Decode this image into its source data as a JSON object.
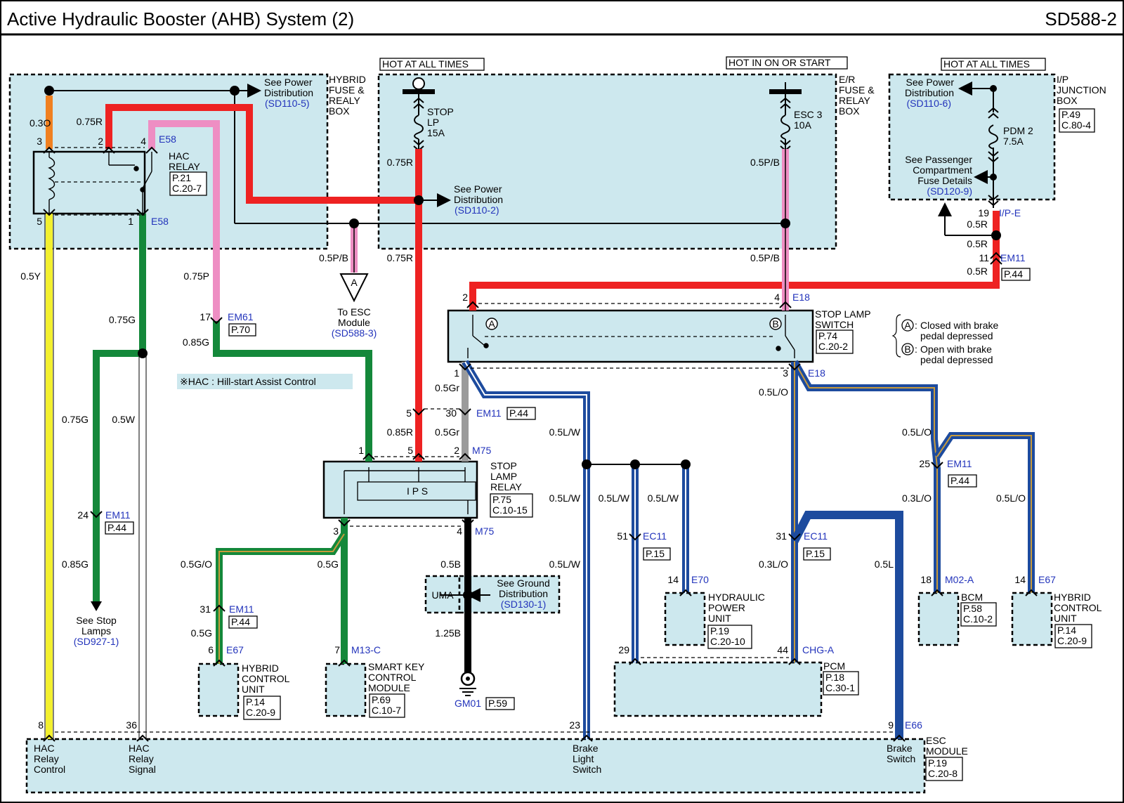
{
  "header": {
    "title": "Active Hydraulic Booster (AHB) System (2)",
    "code": "SD588-2"
  },
  "hot_labels": {
    "hot1": "HOT AT ALL TIMES",
    "hot2": "HOT IN ON OR START",
    "hot3": "HOT AT ALL TIMES"
  },
  "boxes": {
    "hybrid_fuse": [
      "HYBRID",
      "FUSE &",
      "REALY",
      "BOX"
    ],
    "er_fuse": [
      "E/R",
      "FUSE &",
      "RELAY",
      "BOX"
    ],
    "ip_junction": [
      "I/P",
      "JUNCTION",
      "BOX"
    ],
    "ip_junction_ref": [
      "P.49",
      "C.80-4"
    ],
    "hac_relay": [
      "HAC",
      "RELAY"
    ],
    "hac_relay_ref": [
      "P.21",
      "C.20-7"
    ],
    "stop_lamp_switch": [
      "STOP LAMP",
      "SWITCH"
    ],
    "stop_lamp_switch_ref": [
      "P.74",
      "C.20-2"
    ],
    "stop_lamp_relay": [
      "STOP",
      "LAMP",
      "RELAY"
    ],
    "stop_lamp_relay_ref": [
      "P.75",
      "C.10-15"
    ],
    "ips": "I P S",
    "hcu_left": [
      "HYBRID",
      "CONTROL",
      "UNIT"
    ],
    "hcu_left_ref": [
      "P.14",
      "C.20-9"
    ],
    "smart_key": [
      "SMART KEY",
      "CONTROL",
      "MODULE"
    ],
    "smart_key_ref": [
      "P.69",
      "C.10-7"
    ],
    "hpu": [
      "HYDRAULIC",
      "POWER",
      "UNIT"
    ],
    "hpu_ref": [
      "P.19",
      "C.20-10"
    ],
    "pcm": "PCM",
    "pcm_ref": [
      "P.18",
      "C.30-1"
    ],
    "bcm": "BCM",
    "bcm_ref": [
      "P.58",
      "C.10-2"
    ],
    "hcu_right": [
      "HYBRID",
      "CONTROL",
      "UNIT"
    ],
    "hcu_right_ref": [
      "P.14",
      "C.20-9"
    ],
    "esc_module": [
      "ESC",
      "MODULE"
    ],
    "esc_module_ref": [
      "P.19",
      "C.20-8"
    ],
    "uma": "UMA"
  },
  "fuses": {
    "stop_lp": [
      "STOP",
      "LP",
      "15A"
    ],
    "esc3": [
      "ESC 3",
      "10A"
    ],
    "pdm2": [
      "PDM 2",
      "7.5A"
    ]
  },
  "references": {
    "see_power_1": [
      "See Power",
      "Distribution"
    ],
    "see_power_1_ref": "(SD110-5)",
    "see_power_2": [
      "See Power",
      "Distribution"
    ],
    "see_power_2_ref": "(SD110-2)",
    "see_power_3": [
      "See Power",
      "Distribution"
    ],
    "see_power_3_ref": "(SD110-6)",
    "see_passenger": [
      "See Passenger",
      "Compartment",
      "Fuse Details"
    ],
    "see_passenger_ref": "(SD120-9)",
    "to_esc": [
      "To ESC",
      "Module"
    ],
    "to_esc_ref": "(SD588-3)",
    "see_ground": [
      "See Ground",
      "Distribution"
    ],
    "see_ground_ref": "(SD130-1)",
    "see_stop": [
      "See Stop",
      "Lamps"
    ],
    "see_stop_ref": "(SD927-1)",
    "connector_a": "A"
  },
  "notes": {
    "hac": "※HAC : Hill-start Assist Control",
    "a_closed": [
      "Closed with brake",
      "pedal depressed"
    ],
    "b_open": [
      "Open with brake",
      "pedal depressed"
    ],
    "a_symbol": "A",
    "b_symbol": "B",
    "colon_a": ":",
    "colon_b": ":"
  },
  "esc_pins": {
    "p8": [
      "HAC",
      "Relay",
      "Control"
    ],
    "p36": [
      "HAC",
      "Relay",
      "Signal"
    ],
    "p23": [
      "Brake",
      "Light",
      "Switch"
    ],
    "p9": [
      "Brake",
      "Switch"
    ]
  },
  "wire_labels": {
    "w030": "0.3O",
    "w075r_a": "0.75R",
    "w075r_b": "0.75R",
    "w075r_c": "0.75R",
    "w05pb_a": "0.5P/B",
    "w05pb_b": "0.5P/B",
    "w05pb_c": "0.5P/B",
    "w05r_a": "0.5R",
    "w05r_b": "0.5R",
    "w05r_c": "0.5R",
    "w05y": "0.5Y",
    "w075g_a": "0.75G",
    "w075g_b": "0.75G",
    "w05w": "0.5W",
    "w085g_a": "0.85G",
    "w085g_b": "0.85G",
    "w075p": "0.75P",
    "w05gr_a": "0.5Gr",
    "w05gr_b": "0.5Gr",
    "w085r": "0.85R",
    "w05lw_a": "0.5L/W",
    "w05lw_b": "0.5L/W",
    "w05lw_c": "0.5L/W",
    "w05lw_d": "0.5L/W",
    "w05lw_e": "0.5L/W",
    "w05lo_a": "0.5L/O",
    "w05lo_b": "0.5L/O",
    "w05lo_c": "0.5L/O",
    "w03lo_a": "0.3L/O",
    "w03lo_b": "0.3L/O",
    "w05l": "0.5L",
    "w05go": "0.5G/O",
    "w05g_a": "0.5G",
    "w05g_b": "0.5G",
    "w05b": "0.5B",
    "w125b": "1.25B"
  },
  "pins": {
    "hac3": "3",
    "hac2": "2",
    "hac4": "4",
    "hac5": "5",
    "hac1": "1",
    "sls2": "2",
    "sls4": "4",
    "sls1": "1",
    "sls3": "3",
    "slr1": "1",
    "slr5": "5",
    "slr2": "2",
    "slr3": "3",
    "slr4": "4",
    "em11_5": "5",
    "em11_30": "30",
    "em61": "17",
    "em11_24": "24",
    "em11_31": "31",
    "e67l": "6",
    "m13c": "7",
    "ec11_51": "51",
    "ec11_31": "31",
    "e70": "14",
    "pcm29": "29",
    "pcm44": "44",
    "m02a": "18",
    "e67r": "14",
    "em11_25": "25",
    "ip19": "19",
    "em11_11": "11",
    "esc8": "8",
    "esc36": "36",
    "esc23": "23",
    "esc9": "9"
  },
  "connectors": {
    "e58a": "E58",
    "e58b": "E58",
    "em61": "EM61",
    "em11a": "EM11",
    "em11b": "EM11",
    "m75a": "M75",
    "m75b": "M75",
    "em11c": "EM11",
    "e67a": "E67",
    "m13c": "M13-C",
    "gm01": "GM01",
    "ec11a": "EC11",
    "e70": "E70",
    "e18a": "E18",
    "e18b": "E18",
    "ec11b": "EC11",
    "chga": "CHG-A",
    "m02a": "M02-A",
    "e67b": "E67",
    "em11d": "EM11",
    "em11e": "EM11",
    "ipe": "I/P-E",
    "e66": "E66"
  },
  "page_refs": {
    "p70": "P.70",
    "p44a": "P.44",
    "p44b": "P.44",
    "p44c": "P.44",
    "p44d": "P.44",
    "p44e": "P.44",
    "p15a": "P.15",
    "p15b": "P.15",
    "p59": "P.59"
  },
  "colors": {
    "red": "#ee2222",
    "pink": "#ee8ec3",
    "orange": "#f08020",
    "yellow": "#f3f02e",
    "green": "#14883a",
    "gray": "#9b9b9b",
    "blue": "#1d4b9e",
    "black": "#000000",
    "box_fill": "#cde8ee",
    "link": "#2233bb"
  }
}
